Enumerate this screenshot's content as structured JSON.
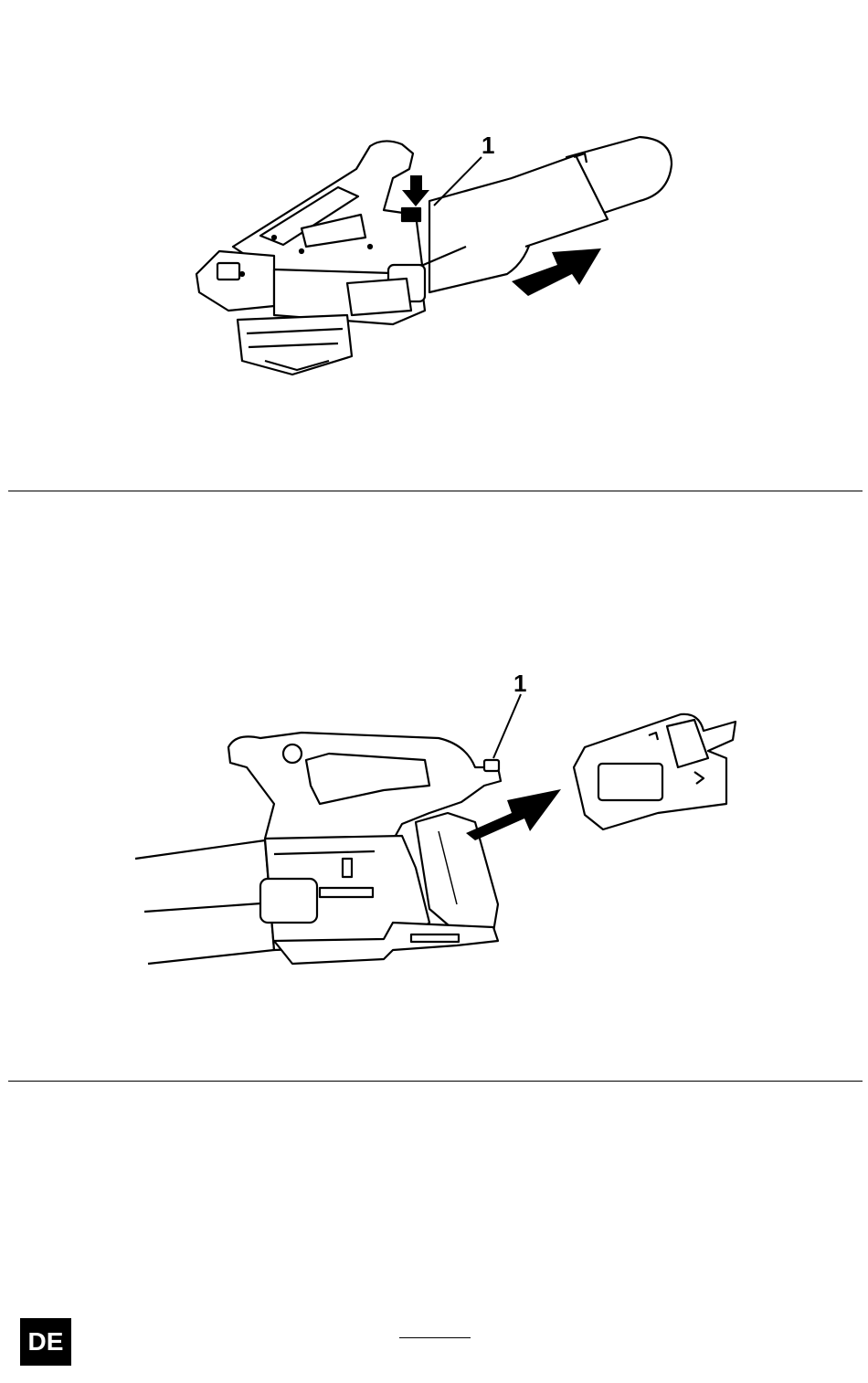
{
  "figure1": {
    "callout": "1"
  },
  "figure2": {
    "callout": "1"
  },
  "footer": {
    "language_badge": "DE"
  }
}
